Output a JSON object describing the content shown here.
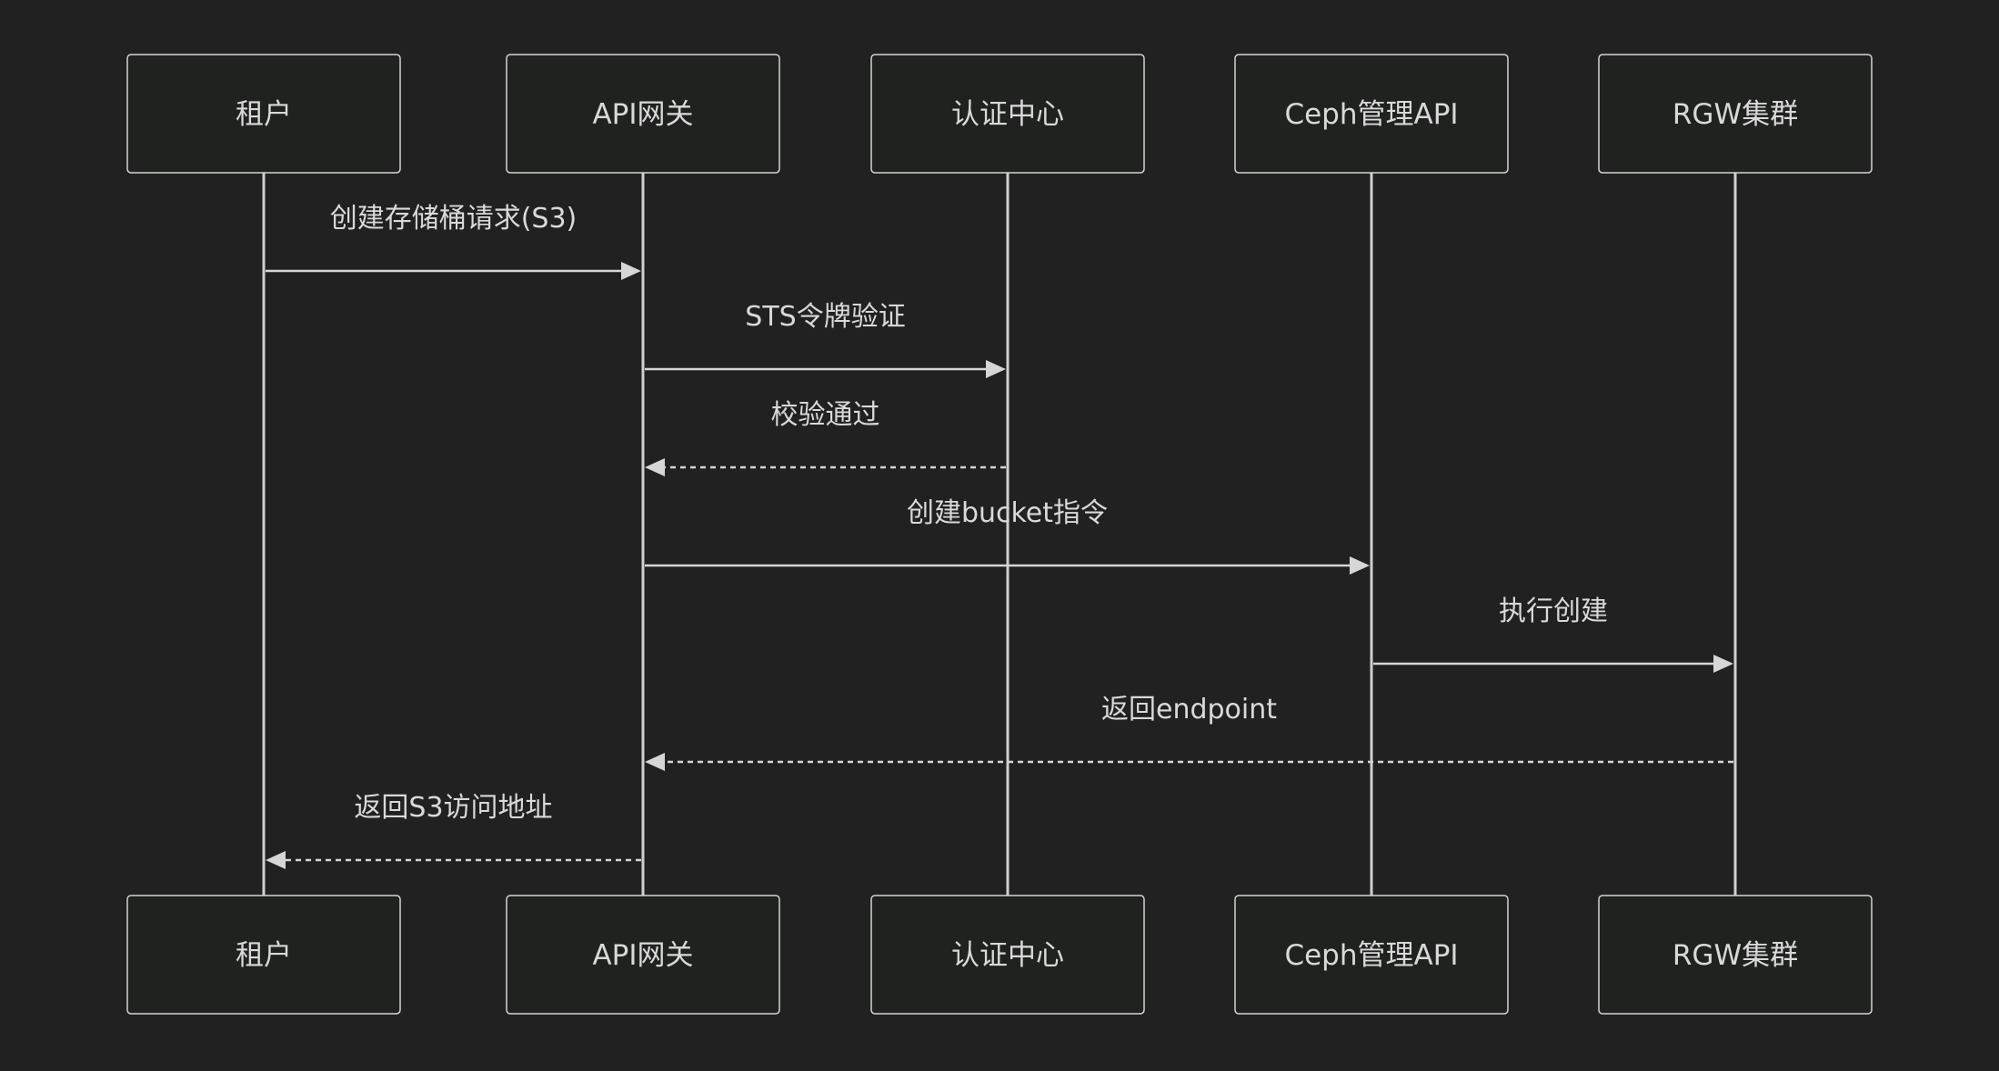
{
  "diagram": {
    "type": "sequence",
    "background": "#212121",
    "line_color": "#d6d6d6",
    "actors": [
      {
        "id": "tenant",
        "label": "租户"
      },
      {
        "id": "gateway",
        "label": "API网关"
      },
      {
        "id": "auth",
        "label": "认证中心"
      },
      {
        "id": "ceph",
        "label": "Ceph管理API"
      },
      {
        "id": "rgw",
        "label": "RGW集群"
      }
    ],
    "messages": [
      {
        "from": 0,
        "to": 1,
        "label": "创建存储桶请求(S3)",
        "style": "solid"
      },
      {
        "from": 1,
        "to": 2,
        "label": "STS令牌验证",
        "style": "solid"
      },
      {
        "from": 2,
        "to": 1,
        "label": "校验通过",
        "style": "dashed"
      },
      {
        "from": 1,
        "to": 3,
        "label": "创建bucket指令",
        "style": "solid"
      },
      {
        "from": 3,
        "to": 4,
        "label": "执行创建",
        "style": "solid"
      },
      {
        "from": 4,
        "to": 1,
        "label": "返回endpoint",
        "style": "dashed"
      },
      {
        "from": 1,
        "to": 0,
        "label": "返回S3访问地址",
        "style": "dashed"
      }
    ]
  }
}
